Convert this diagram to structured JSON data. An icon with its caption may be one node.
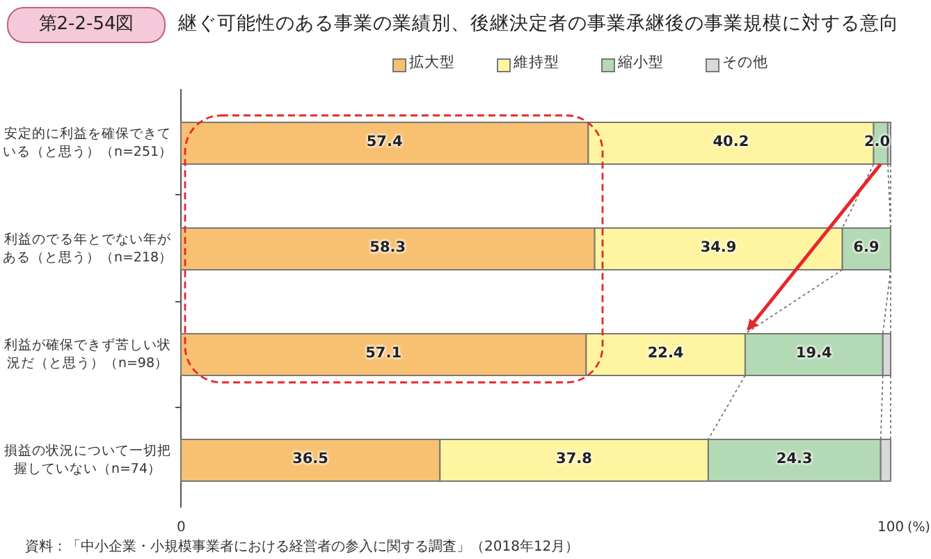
{
  "diagram": {
    "title": "継ぐ可能性のある事業の業績別、後継決定者の事業承継後の事業規模に対する意向",
    "caption": "資料：「中小企業・小規模事業者における経営者の参入に関する調査」（2018年12月）",
    "labels": [
      "第2-2-54図"
    ],
    "chart_data": {
      "type": "bar",
      "orientation": "horizontal",
      "stacked": true,
      "legend": "top",
      "xlabel": "(%)",
      "xlim": [
        0,
        100
      ],
      "value_labels": [
        [
          "57.4",
          "58.3",
          "57.1",
          "36.5"
        ],
        [
          "40.2",
          "34.9",
          "22.4",
          "37.8"
        ],
        [
          "2.0",
          "6.9",
          "19.4",
          "24.3"
        ],
        null
      ],
      "xticks": [
        {
          "value": 0,
          "label": "0"
        },
        {
          "value": 100,
          "label": "100"
        }
      ],
      "categories": [
        "安定的に利益を確保できている（と思う）（n=251）",
        "利益のでる年とでない年がある（と思う）（n=218）",
        "利益が確保できず苦しい状況だ（と思う）（n=98）",
        "損益の状況について一切把握していない（n=74）"
      ],
      "series": [
        {
          "name": "拡大型",
          "color": "#f8c171",
          "values": [
            57.4,
            58.3,
            57.1,
            36.5
          ]
        },
        {
          "name": "維持型",
          "color": "#fff5a0",
          "values": [
            40.2,
            34.9,
            22.4,
            37.8
          ]
        },
        {
          "name": "縮小型",
          "color": "#b3dab5",
          "values": [
            2.0,
            6.9,
            19.4,
            24.3
          ]
        },
        {
          "name": "その他",
          "color": "#d9d9d9",
          "values": [
            0.4,
            0,
            1.1,
            1.4
          ]
        }
      ]
    }
  }
}
